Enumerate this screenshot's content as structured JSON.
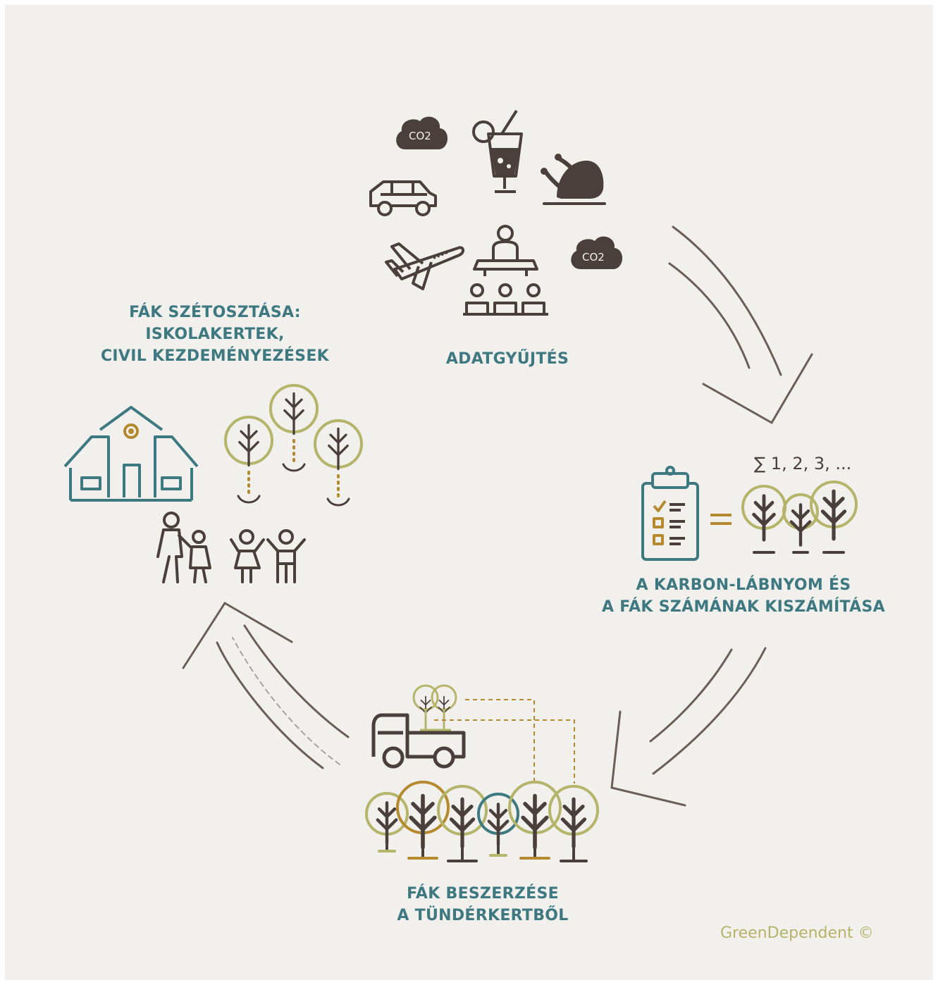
{
  "steps": {
    "collect": {
      "label": "ADATGYŰJTÉS"
    },
    "calculate": {
      "line1": "A KARBON-LÁBNYOM ÉS",
      "line2": "A FÁK SZÁMÁNAK KISZÁMÍTÁSA",
      "sum_text": "∑ 1, 2, 3, ..."
    },
    "procure": {
      "line1": "FÁK BESZERZÉSE",
      "line2": "A TÜNDÉRKERTBŐL"
    },
    "distribute": {
      "line1": "FÁK SZÉTOSZTÁSA:",
      "line2": "ISKOLAKERTEK,",
      "line3": "CIVIL KEZDEMÉNYEZÉSEK"
    }
  },
  "icons": {
    "co2_text": "CO2",
    "collect": [
      "cloud-co2-icon",
      "cocktail-icon",
      "roast-chicken-icon",
      "car-icon",
      "airplane-icon",
      "presentation-icon",
      "cloud-co2-icon"
    ],
    "calculate": [
      "clipboard-checklist-icon",
      "equals-icon",
      "tree-group-icon"
    ],
    "procure": [
      "truck-icon",
      "tree-row-icon"
    ],
    "distribute": [
      "school-house-icon",
      "planted-trees-icon",
      "parent-child-icon",
      "children-icon"
    ]
  },
  "colors": {
    "background": "#f1f0ed",
    "label": "#3e7880",
    "icon_dark": "#4a3f3b",
    "tree_olive": "#b4b46a",
    "tree_gold": "#b58a2f",
    "tree_teal": "#3e7880",
    "arrow": "#6b5e58"
  },
  "footer": {
    "copyright": "GreenDependent ©"
  }
}
